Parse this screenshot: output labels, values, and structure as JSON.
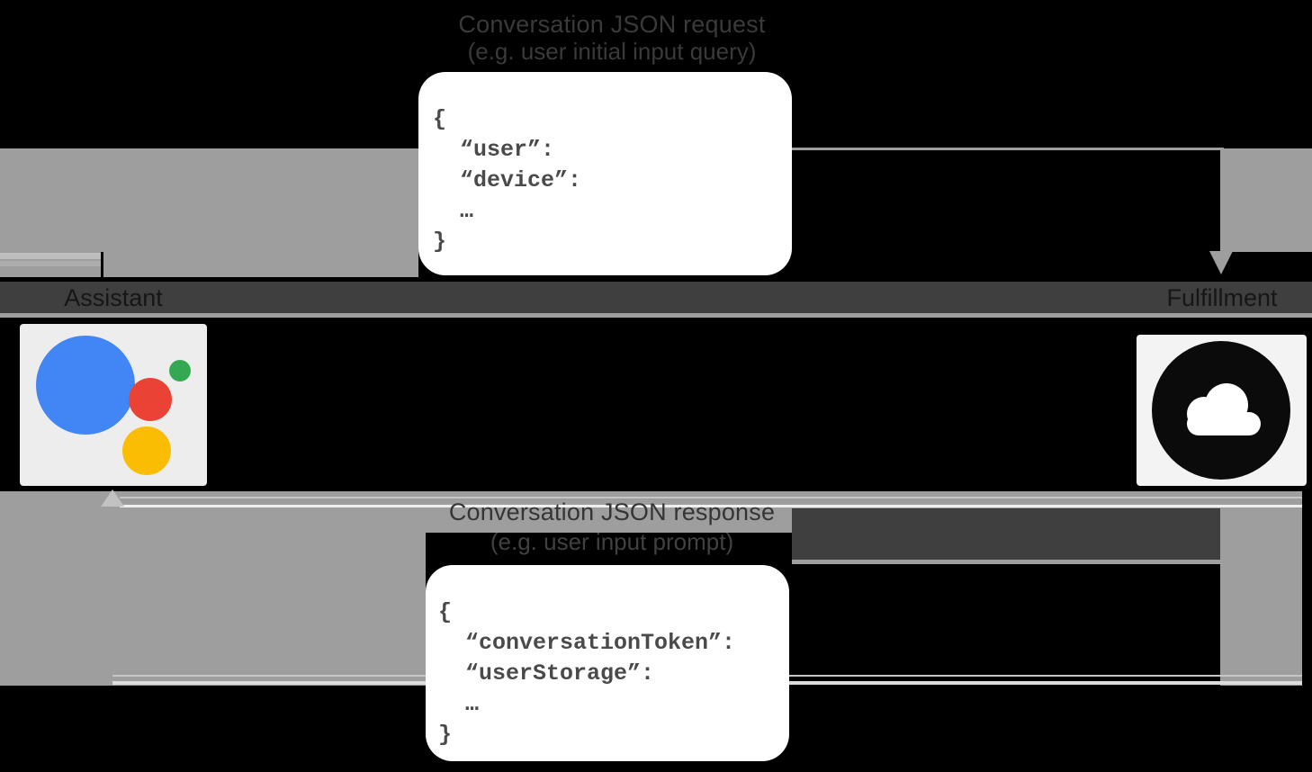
{
  "request": {
    "title": "Conversation JSON request",
    "subtitle": "(e.g. user initial input query)",
    "code_lines": [
      "{",
      "  “user”:",
      "  “device”:",
      "  …",
      "}"
    ]
  },
  "response": {
    "title": "Conversation JSON response",
    "subtitle": "(e.g. user input prompt)",
    "code_lines": [
      "{",
      "  “conversationToken”:",
      "  “userStorage”:",
      "  …",
      "}"
    ]
  },
  "actors": {
    "left": {
      "label": "Assistant",
      "icon": "google-assistant-logo"
    },
    "right": {
      "label": "Fulfillment",
      "icon": "cloud-icon"
    }
  },
  "colors": {
    "background": "#000000",
    "arrow_gray": "#9E9E9E",
    "band_dark": "#3F3F3F",
    "box_white": "#FFFFFF",
    "code_text": "#4A4A4A",
    "assistant_blue": "#4285F4",
    "assistant_red": "#EA4335",
    "assistant_green": "#34A853",
    "assistant_yellow": "#FBBC04",
    "cloud_black": "#0B0B0B",
    "cloud_white": "#FFFFFF"
  }
}
